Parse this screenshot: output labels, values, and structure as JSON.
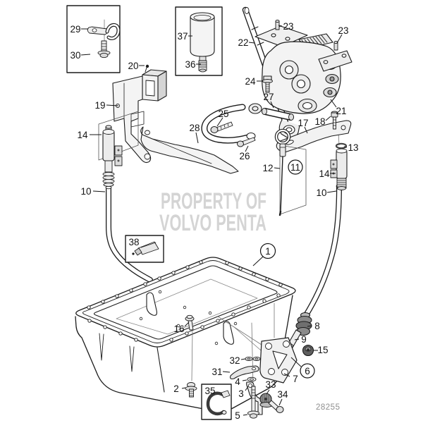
{
  "figure": {
    "drawing_number": "28255",
    "watermark": {
      "line1": "PROPERTY OF",
      "line2": "VOLVO PENTA"
    },
    "colors": {
      "line": "#1c1c1c",
      "fill_light": "#f2f2f2",
      "fill_mid": "#d9d9d9",
      "fill_dark": "#6f6f6f",
      "watermark": "#d4d4d4",
      "construction_line": "#777777",
      "background": "#ffffff"
    }
  },
  "callouts": {
    "n29": {
      "label": "29"
    },
    "n30": {
      "label": "30"
    },
    "n20": {
      "label": "20"
    },
    "n19": {
      "label": "19"
    },
    "n14_left": {
      "label": "14"
    },
    "n10_left": {
      "label": "10"
    },
    "n37": {
      "label": "37"
    },
    "n36": {
      "label": "36"
    },
    "n23_top": {
      "label": "23"
    },
    "n22": {
      "label": "22"
    },
    "n23_right": {
      "label": "23"
    },
    "n24": {
      "label": "24"
    },
    "n27": {
      "label": "27"
    },
    "n25": {
      "label": "25"
    },
    "n28": {
      "label": "28"
    },
    "n26": {
      "label": "26"
    },
    "n21": {
      "label": "21"
    },
    "n17": {
      "label": "17"
    },
    "n18": {
      "label": "18"
    },
    "n13": {
      "label": "13"
    },
    "n14_right": {
      "label": "14"
    },
    "n12": {
      "label": "12"
    },
    "n11": {
      "label": "11"
    },
    "n10_right": {
      "label": "10"
    },
    "n1": {
      "label": "1"
    },
    "n38": {
      "label": "38"
    },
    "n16": {
      "label": "16"
    },
    "n8": {
      "label": "8"
    },
    "n9": {
      "label": "9"
    },
    "n15": {
      "label": "15"
    },
    "n32": {
      "label": "32"
    },
    "n31": {
      "label": "31"
    },
    "n4": {
      "label": "4"
    },
    "n2": {
      "label": "2"
    },
    "n35": {
      "label": "35"
    },
    "n3": {
      "label": "3"
    },
    "n33": {
      "label": "33"
    },
    "n34": {
      "label": "34"
    },
    "n5": {
      "label": "5"
    },
    "n6": {
      "label": "6"
    },
    "n7": {
      "label": "7"
    }
  }
}
